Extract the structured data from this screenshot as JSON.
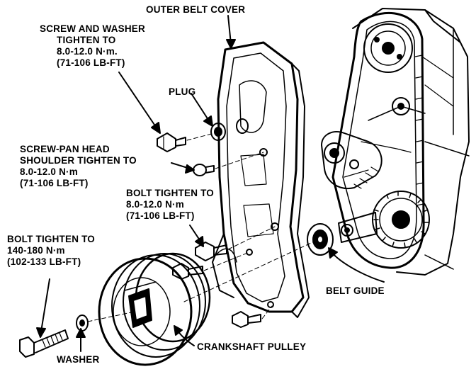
{
  "labels": {
    "outer_belt_cover": "OUTER BELT COVER",
    "screw_washer": {
      "line1": "SCREW AND WASHER",
      "line2": "TIGHTEN TO",
      "line3": "8.0-12.0 N·m.",
      "line4": "(71-106 LB-FT)"
    },
    "plug": "PLUG",
    "screw_pan_head": {
      "line1": "SCREW-PAN HEAD",
      "line2": "SHOULDER TIGHTEN TO",
      "line3": "8.0-12.0 N·m",
      "line4": "(71-106 LB-FT)"
    },
    "bolt_cover": {
      "line1": "BOLT TIGHTEN TO",
      "line2": "8.0-12.0 N·m",
      "line3": "(71-106 LB-FT)"
    },
    "bolt_crank": {
      "line1": "BOLT TIGHTEN TO",
      "line2": "140-180 N·m",
      "line3": "(102-133 LB-FT)"
    },
    "belt_guide": "BELT GUIDE",
    "crankshaft_pulley": "CRANKSHAFT PULLEY",
    "washer": "WASHER"
  },
  "colors": {
    "ink": "#000000",
    "paper": "#ffffff"
  }
}
